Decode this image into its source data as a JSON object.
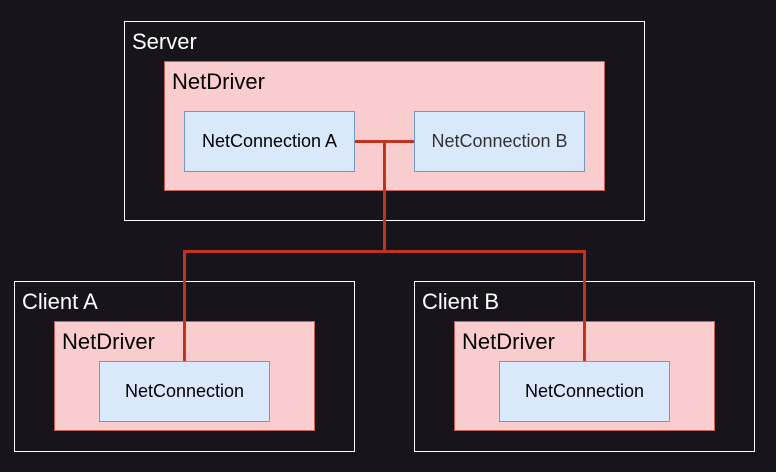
{
  "server": {
    "label": "Server",
    "netdriver_label": "NetDriver",
    "connection_a_label": "NetConnection A",
    "connection_b_label": "NetConnection B"
  },
  "client_a": {
    "label": "Client A",
    "netdriver_label": "NetDriver",
    "connection_label": "NetConnection"
  },
  "client_b": {
    "label": "Client B",
    "netdriver_label": "NetDriver",
    "connection_label": "NetConnection"
  },
  "colors": {
    "background": "#18141c",
    "outer_border": "#ffffff",
    "netdriver_fill": "#f9cdcd",
    "netdriver_border": "#c8605a",
    "connection_fill": "#d9e8fa",
    "connection_border": "#7396c4",
    "wire": "#c0341d"
  }
}
